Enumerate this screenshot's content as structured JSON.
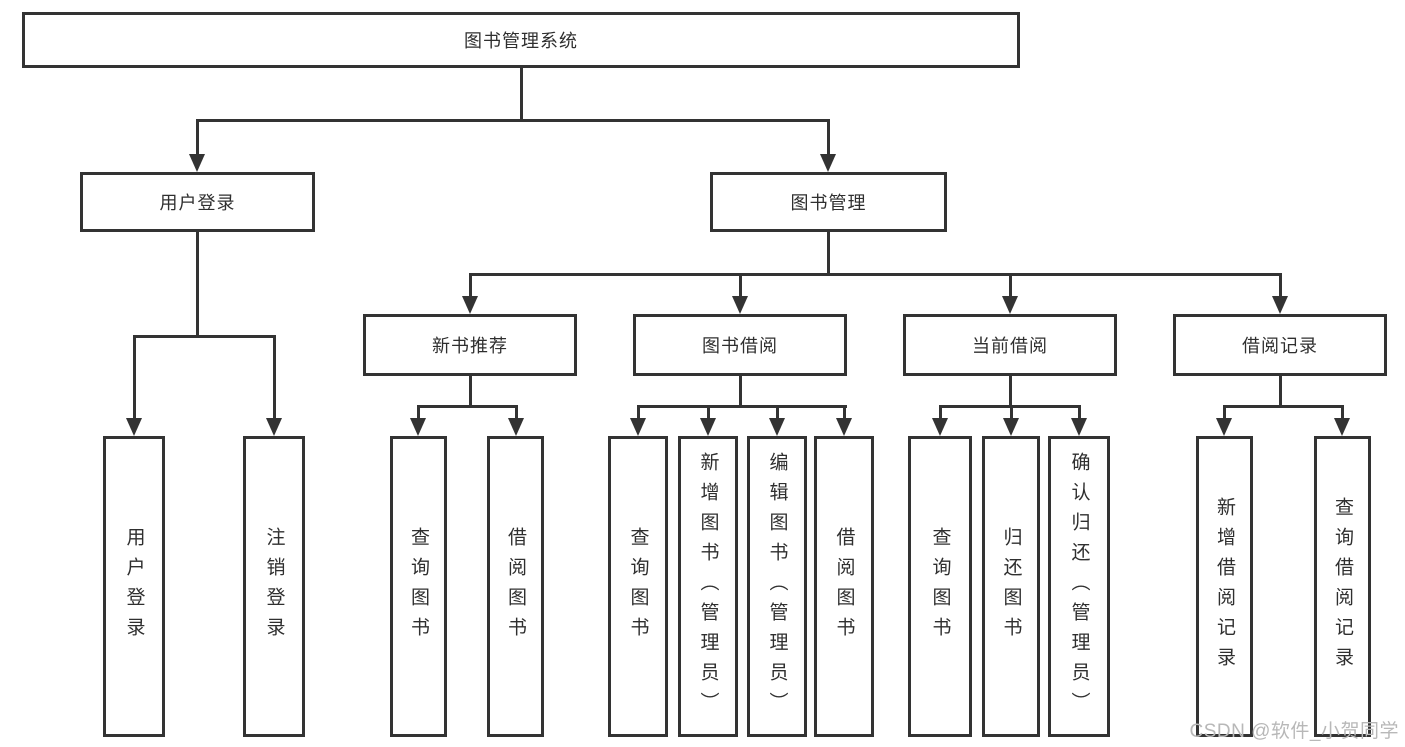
{
  "diagram": {
    "title": "图书管理系统",
    "level2": [
      "用户登录",
      "图书管理"
    ],
    "level3": [
      "新书推荐",
      "图书借阅",
      "当前借阅",
      "借阅记录"
    ],
    "leaves_user_login": [
      "用户登录",
      "注销登录"
    ],
    "leaves_new_books": [
      "查询图书",
      "借阅图书"
    ],
    "leaves_book_borrow": [
      "查询图书",
      "新增图书（管理员）",
      "编辑图书（管理员）",
      "借阅图书"
    ],
    "leaves_current_borrow": [
      "查询图书",
      "归还图书",
      "确认归还（管理员）"
    ],
    "leaves_borrow_records": [
      "新增借阅记录",
      "查询借阅记录"
    ]
  },
  "watermark": "CSDN @软件_小贺同学",
  "colors": {
    "line": "#333333",
    "text": "#2f2f2f",
    "watermark": "#b8b8b8",
    "background": "#ffffff"
  }
}
